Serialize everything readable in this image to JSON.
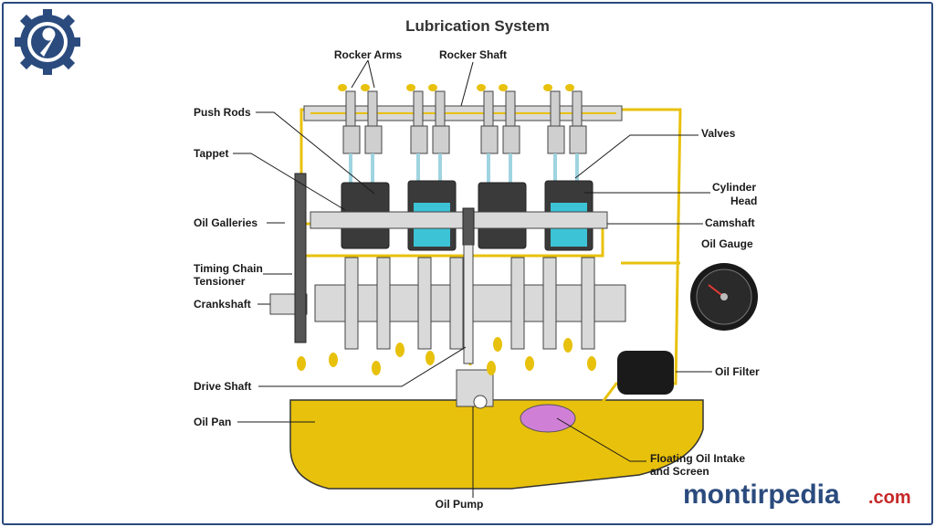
{
  "title": "Lubrication System",
  "labels": {
    "rocker_arms": "Rocker Arms",
    "rocker_shaft": "Rocker Shaft",
    "push_rods": "Push Rods",
    "valves": "Valves",
    "tappet": "Tappet",
    "cylinder_head_1": "Cylinder",
    "cylinder_head_2": "Head",
    "oil_galleries": "Oil Galleries",
    "camshaft": "Camshaft",
    "oil_gauge": "Oil Gauge",
    "timing_chain_1": "Timing Chain",
    "timing_chain_2": "Tensioner",
    "crankshaft": "Crankshaft",
    "oil_filter": "Oil Filter",
    "drive_shaft": "Drive Shaft",
    "oil_pan": "Oil Pan",
    "intake_1": "Floating Oil Intake",
    "intake_2": "and Screen",
    "oil_pump": "Oil Pump"
  },
  "brand": {
    "name": "montirpedia",
    "tld": ".com"
  },
  "colors": {
    "oil": "#e8c10c",
    "brand": "#2b4b7e",
    "accent": "#c62828",
    "cylinder": "#3cc3d6",
    "intake": "#d07fd6"
  },
  "logo_icon": "wrench-gear-icon"
}
